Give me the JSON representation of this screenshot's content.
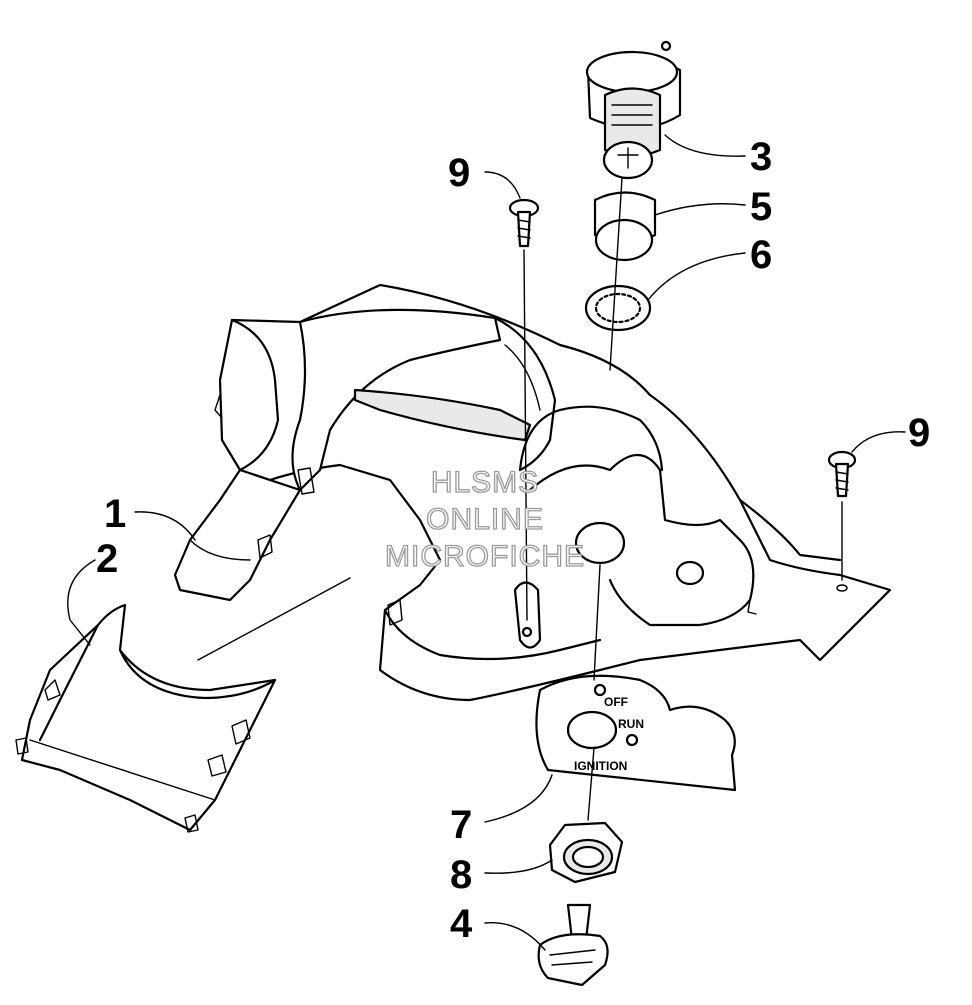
{
  "diagram": {
    "callouts": [
      "1",
      "2",
      "3",
      "4",
      "5",
      "6",
      "7",
      "8",
      "9",
      "9"
    ],
    "plate_labels": {
      "off": "OFF",
      "run": "RUN",
      "ignition": "IGNITION"
    },
    "watermark": [
      "HLSMS",
      "ONLINE",
      "MICROFICHE"
    ]
  }
}
